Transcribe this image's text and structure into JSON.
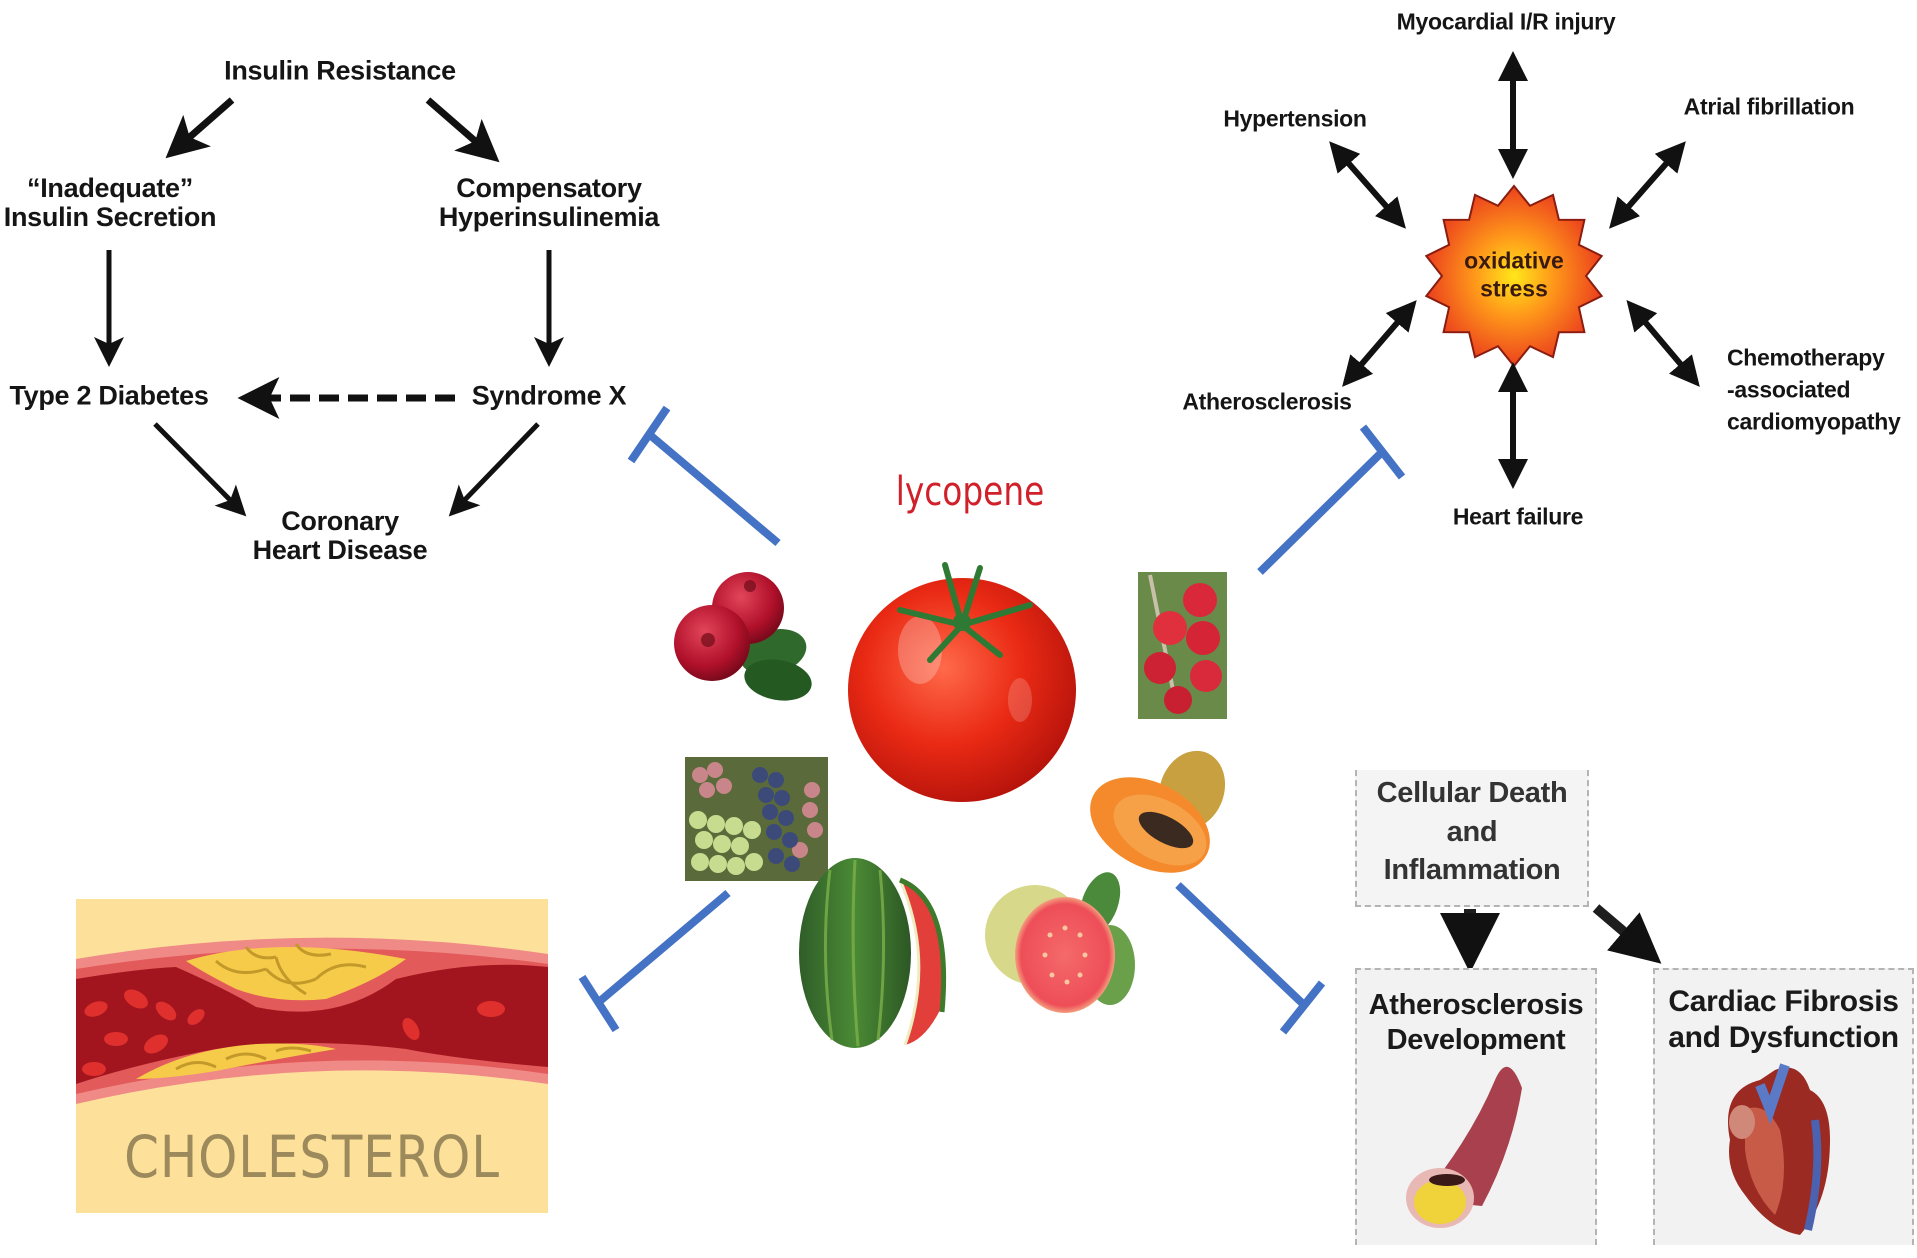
{
  "title": "Lycopene and cardiovascular disease",
  "center": {
    "label": "lycopene",
    "label_color": "#d0202a",
    "main_food": "tomato",
    "foods": [
      "cranberry",
      "acerola cherry",
      "grapes",
      "papaya",
      "watermelon",
      "guava"
    ]
  },
  "insulin_cycle": {
    "insulin_resistance": "Insulin Resistance",
    "inadequate_line1": "“Inadequate”",
    "inadequate_line2": "Insulin Secretion",
    "compensatory_line1": "Compensatory",
    "compensatory_line2": "Hyperinsulinemia",
    "type2_diabetes": "Type 2 Diabetes",
    "syndrome_x": "Syndrome X",
    "chd_line1": "Coronary",
    "chd_line2": "Heart Disease"
  },
  "oxidative": {
    "center_line1": "oxidative",
    "center_line2": "stress",
    "myocardial": "Myocardial I/R injury",
    "hypertension": "Hypertension",
    "atrial": "Atrial fibrillation",
    "atherosclerosis": "Atherosclerosis",
    "heart_failure": "Heart failure",
    "chemo_line1": "Chemotherapy",
    "chemo_line2": "-associated",
    "chemo_line3": "cardiomyopathy"
  },
  "cholesterol": {
    "label": "CHOLESTEROL"
  },
  "cell_death": {
    "box1_line1": "Cellular Death",
    "box1_line2": "and",
    "box1_line3": "Inflammation",
    "box2_line1": "Atherosclerosis",
    "box2_line2": "Development",
    "box3_line1": "Cardiac Fibrosis",
    "box3_line2": "and Dysfunction"
  },
  "colors": {
    "inhibition": "#4472c4",
    "arrow": "#111111",
    "starburst_outer": "#e8321e",
    "starburst_inner": "#ffe21a"
  }
}
